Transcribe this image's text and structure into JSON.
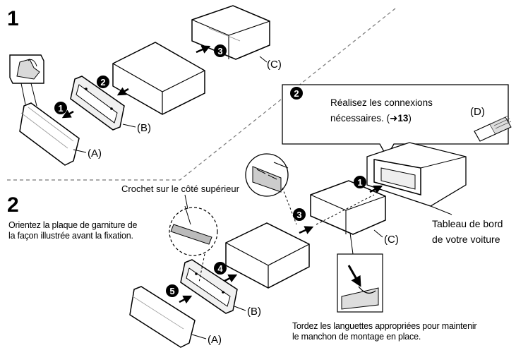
{
  "steps": {
    "step1": "1",
    "step2": "2"
  },
  "parts": {
    "A": "(A)",
    "B": "(B)",
    "C": "(C)",
    "D": "(D)"
  },
  "markers": {
    "m1": "1",
    "m2": "2",
    "m3": "3",
    "m4": "4",
    "m5": "5"
  },
  "callout": {
    "marker": "2",
    "line1": "Réalisez les connexions",
    "line2_prefix": "nécessaires. (",
    "line2_ref": "13",
    "line2_suffix": ")"
  },
  "labels": {
    "hook": "Crochet sur le côté supérieur",
    "orient_line1": "Orientez la plaque de garniture de",
    "orient_line2": "la façon illustrée avant la fixation.",
    "dash_line1": "Tableau de bord",
    "dash_line2": "de votre voiture",
    "tabs_line1": "Tordez les languettes appropriées pour maintenir",
    "tabs_line2": "le manchon de montage en place."
  },
  "icons": [
    "hand-press-icon",
    "arrow-icon",
    "wiring-connector-icon",
    "magnifier-detail-icon"
  ]
}
